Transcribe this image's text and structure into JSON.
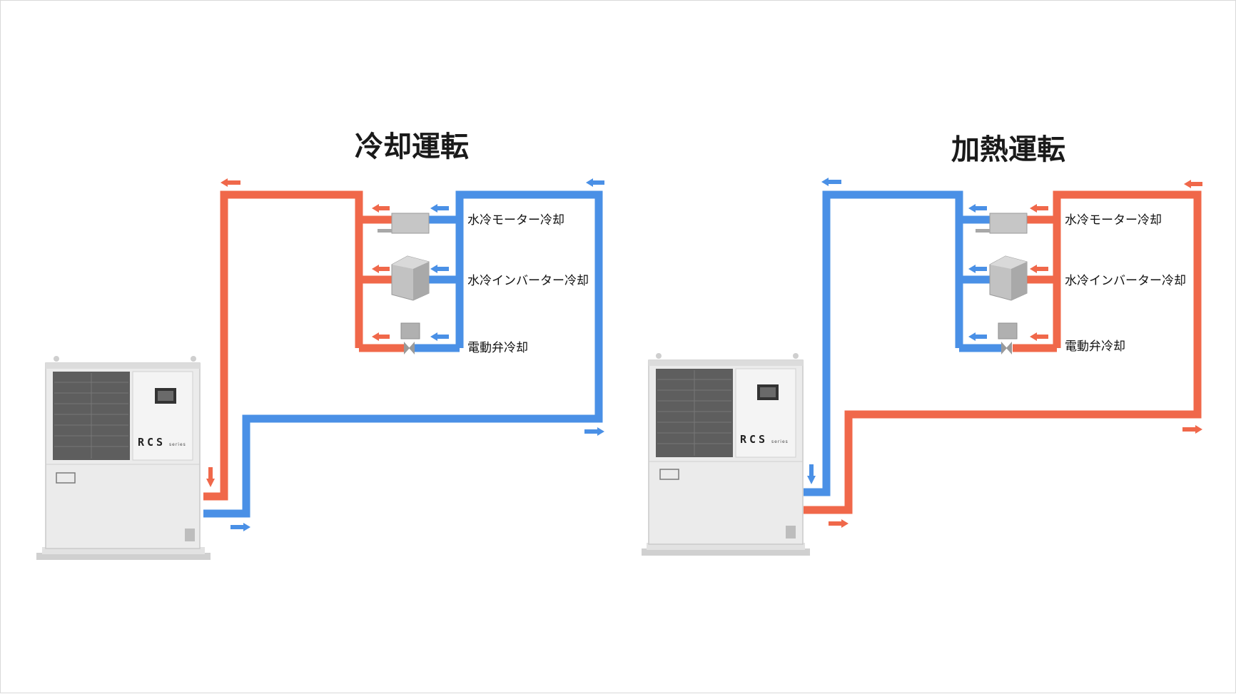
{
  "colors": {
    "hot": "#f0684a",
    "cold": "#4a90e6",
    "unit_body": "#e9e9e9",
    "component": "#bdbdbd"
  },
  "panels": [
    {
      "mode": "cooling",
      "title": "冷却運転",
      "labels": {
        "motor": "水冷モーター冷却",
        "inverter": "水冷インバーター冷却",
        "valve": "電動弁冷却"
      },
      "unit": {
        "brand": "RCS",
        "brand_sub": "series",
        "icon_name": "chiller-unit-icon"
      },
      "supply_color": "cold",
      "return_color": "hot"
    },
    {
      "mode": "heating",
      "title": "加熱運転",
      "labels": {
        "motor": "水冷モーター冷却",
        "inverter": "水冷インバーター冷却",
        "valve": "電動弁冷却"
      },
      "unit": {
        "brand": "RCS",
        "brand_sub": "series",
        "icon_name": "chiller-unit-icon"
      },
      "supply_color": "hot",
      "return_color": "cold"
    }
  ]
}
